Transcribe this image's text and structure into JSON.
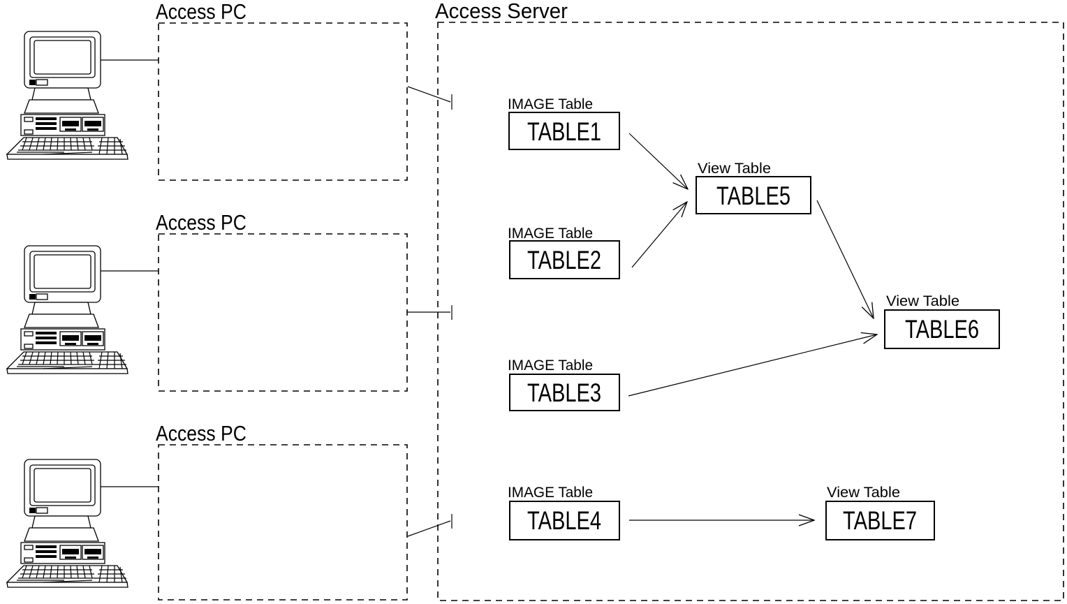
{
  "colors": {
    "background": "#ffffff",
    "line": "#000000"
  },
  "diagram": {
    "server": {
      "label": "Access Server"
    },
    "pcs": [
      {
        "label": "Access PC"
      },
      {
        "label": "Access PC"
      },
      {
        "label": "Access PC"
      }
    ],
    "image_tables": [
      {
        "type_label": "IMAGE Table",
        "name": "TABLE1"
      },
      {
        "type_label": "IMAGE Table",
        "name": "TABLE2"
      },
      {
        "type_label": "IMAGE Table",
        "name": "TABLE3"
      },
      {
        "type_label": "IMAGE Table",
        "name": "TABLE4"
      }
    ],
    "view_tables": [
      {
        "type_label": "View Table",
        "name": "TABLE5"
      },
      {
        "type_label": "View Table",
        "name": "TABLE6"
      },
      {
        "type_label": "View Table",
        "name": "TABLE7"
      }
    ],
    "relations": [
      {
        "from": "TABLE1",
        "to": "TABLE5"
      },
      {
        "from": "TABLE2",
        "to": "TABLE5"
      },
      {
        "from": "TABLE5",
        "to": "TABLE6"
      },
      {
        "from": "TABLE3",
        "to": "TABLE6"
      },
      {
        "from": "TABLE4",
        "to": "TABLE7"
      }
    ]
  }
}
